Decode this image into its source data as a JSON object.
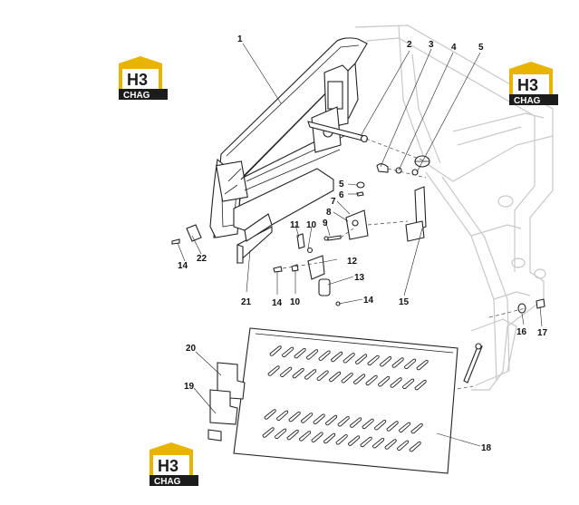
{
  "brand": {
    "logo_letters": "H3",
    "logo_word": "CHAG",
    "logo_gold": "#e8b400",
    "logo_dark": "#1c1c1c"
  },
  "callouts": [
    {
      "id": "c1",
      "text": "1"
    },
    {
      "id": "c2",
      "text": "2"
    },
    {
      "id": "c3",
      "text": "3"
    },
    {
      "id": "c4",
      "text": "4"
    },
    {
      "id": "c5a",
      "text": "5"
    },
    {
      "id": "c5b",
      "text": "5"
    },
    {
      "id": "c6",
      "text": "6"
    },
    {
      "id": "c7",
      "text": "7"
    },
    {
      "id": "c8",
      "text": "8"
    },
    {
      "id": "c9",
      "text": "9"
    },
    {
      "id": "c10a",
      "text": "10"
    },
    {
      "id": "c10b",
      "text": "10"
    },
    {
      "id": "c11",
      "text": "11"
    },
    {
      "id": "c12",
      "text": "12"
    },
    {
      "id": "c13",
      "text": "13"
    },
    {
      "id": "c14a",
      "text": "14"
    },
    {
      "id": "c14b",
      "text": "14"
    },
    {
      "id": "c14c",
      "text": "14"
    },
    {
      "id": "c15",
      "text": "15"
    },
    {
      "id": "c16",
      "text": "16"
    },
    {
      "id": "c17",
      "text": "17"
    },
    {
      "id": "c18",
      "text": "18"
    },
    {
      "id": "c19",
      "text": "19"
    },
    {
      "id": "c20",
      "text": "20"
    },
    {
      "id": "c21",
      "text": "21"
    },
    {
      "id": "c22",
      "text": "22"
    }
  ]
}
